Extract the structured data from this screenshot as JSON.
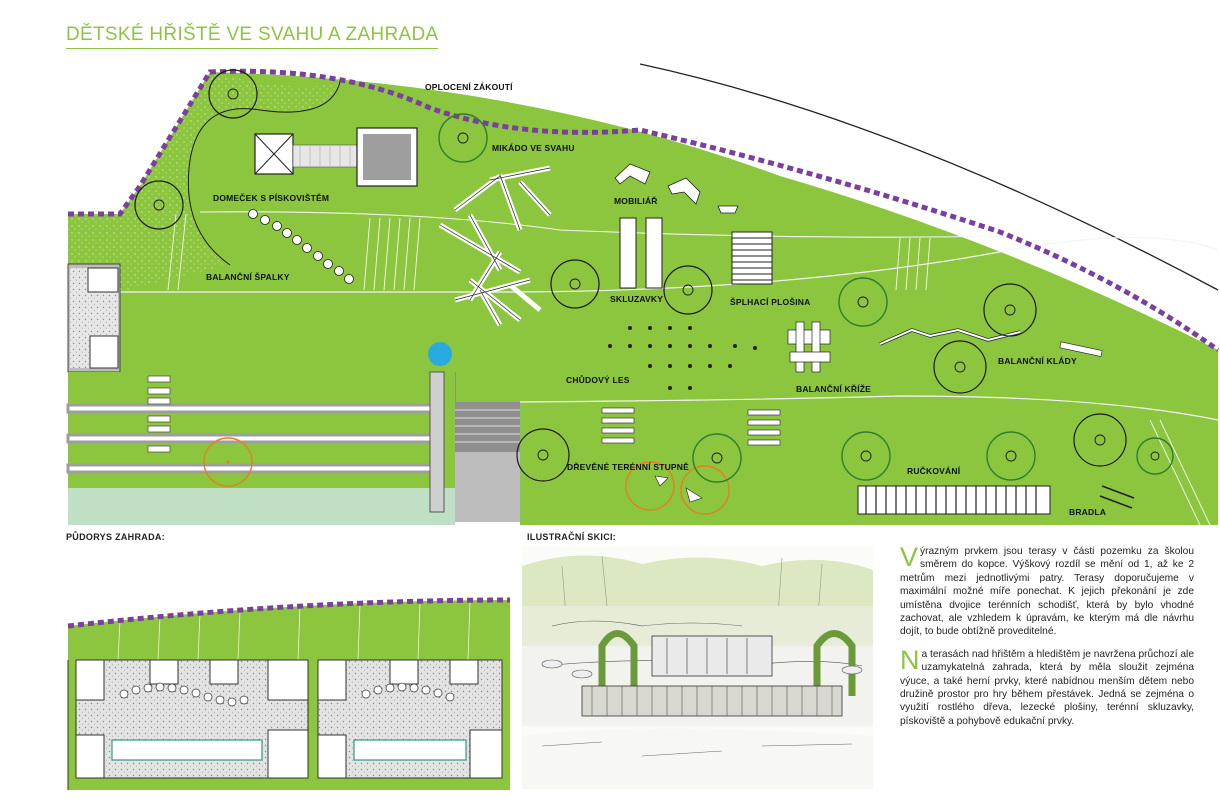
{
  "title": "DĚTSKÉ HŘIŠTĚ VE SVAHU A ZAHRADA",
  "plan_labels": {
    "oploceni": "OPLOCENÍ ZÁKOUTÍ",
    "mikado": "MIKÁDO VE SVAHU",
    "domecek": "DOMEČEK S PÍSKOVIŠTĚM",
    "mobiliar": "MOBILIÁŘ",
    "balancni_spalky": "BALANČNÍ ŠPALKY",
    "skluzavky": "SKLUZAVKY",
    "splhaci": "ŠPLHACÍ PLOŠINA",
    "chudovy_les": "CHŮDOVÝ LES",
    "balancni_krize": "BALANČNÍ KŘÍŽE",
    "balancni_klady": "BALANČNÍ KLÁDY",
    "drevene_stupne": "DŘEVĚNÉ TERÉNNÍ STUPNĚ",
    "ruckovani": "RUČKOVÁNÍ",
    "bradla": "BRADLA"
  },
  "sections": {
    "pudorys": "PŮDORYS ZAHRADA:",
    "skici": "ILUSTRAČNÍ SKICI:"
  },
  "text": {
    "p1_initial": "V",
    "p1_body": "ýrazným prvkem jsou terasy v části pozemku za školou směrem do kopce. Výškový rozdíl se mění od 1, až ke 2 metrům mezi jednotlivými patry. Terasy doporučujeme v maximální možné míře ponechat. K jejich překonání je zde umístěna dvojice terénních schodišť, která by bylo vhodné zachovat, ale vzhledem k úpravám, ke kterým má dle návrhu dojít, to bude obtížně proveditelné.",
    "p2_initial": "N",
    "p2_body": "a terasách nad hřištěm a hledištěm je navržena průchozí ale uzamykatelná zahrada, která by měla sloužit zejména výuce, a také herní prvky, které nabídnou menším dětem nebo družině prostor pro hry během přestávek. Jedná se zejména o využití rostlého dřeva, lezecké plošiny, terénní skluzavky, pískoviště a pohybově edukační prvky."
  },
  "colors": {
    "grass": "#8cc63f",
    "fence": "#7b3fa0",
    "gravel": "#d9d9d9",
    "tree_outline": "#2e7d32",
    "accent_orange": "#e67e22",
    "water": "#29abe2"
  }
}
